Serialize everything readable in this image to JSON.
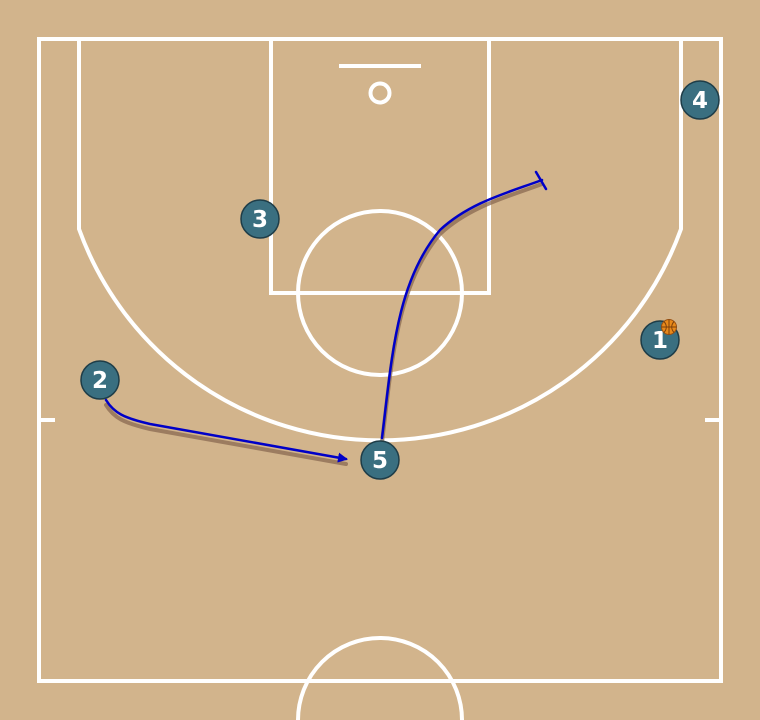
{
  "colors": {
    "court_floor": "#d2b48c",
    "court_lines": "#ffffff",
    "player_fill": "#3a6f80",
    "player_text": "#ffffff",
    "movement_line": "#0000c8",
    "ball": "#e8891a"
  },
  "players": [
    {
      "id": "p1",
      "label": "1",
      "has_ball": true
    },
    {
      "id": "p2",
      "label": "2",
      "has_ball": false
    },
    {
      "id": "p3",
      "label": "3",
      "has_ball": false
    },
    {
      "id": "p4",
      "label": "4",
      "has_ball": false
    },
    {
      "id": "p5",
      "label": "5",
      "has_ball": false
    }
  ],
  "actions": [
    {
      "type": "pass",
      "from": "2",
      "to": "5",
      "icon": "arrow-head-icon"
    },
    {
      "type": "cut",
      "player": "5",
      "end": "screen",
      "icon": "screen-bar-icon"
    }
  ],
  "ball_icon": "basketball-icon"
}
